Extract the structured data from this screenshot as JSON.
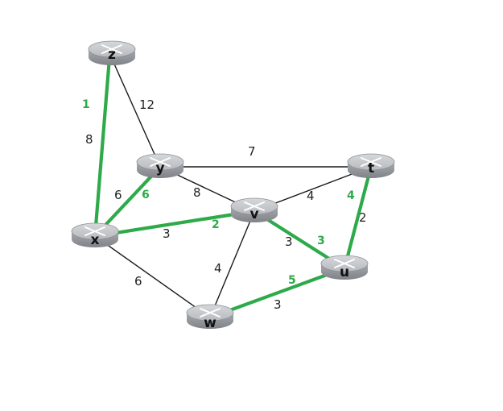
{
  "nodes": {
    "z": "z",
    "y": "y",
    "x": "x",
    "v": "v",
    "t": "t",
    "u": "u",
    "w": "w"
  },
  "edges": {
    "zx": {
      "weight": "8",
      "order": "1"
    },
    "zy": {
      "weight": "12"
    },
    "yt": {
      "weight": "7"
    },
    "yv": {
      "weight": "8"
    },
    "yx": {
      "weight": "6",
      "order": "6"
    },
    "xv": {
      "weight": "3",
      "order": "2"
    },
    "vt": {
      "weight": "4"
    },
    "xw": {
      "weight": "6"
    },
    "vw": {
      "weight": "4"
    },
    "vu": {
      "weight": "3",
      "order": "3"
    },
    "tu": {
      "weight": "2",
      "order": "4"
    },
    "wu": {
      "weight": "3",
      "order": "5"
    }
  },
  "colors": {
    "tree_edge": "#2eaa4a",
    "edge": "#1a1a1a",
    "router_fill": "#9fa3a9"
  }
}
